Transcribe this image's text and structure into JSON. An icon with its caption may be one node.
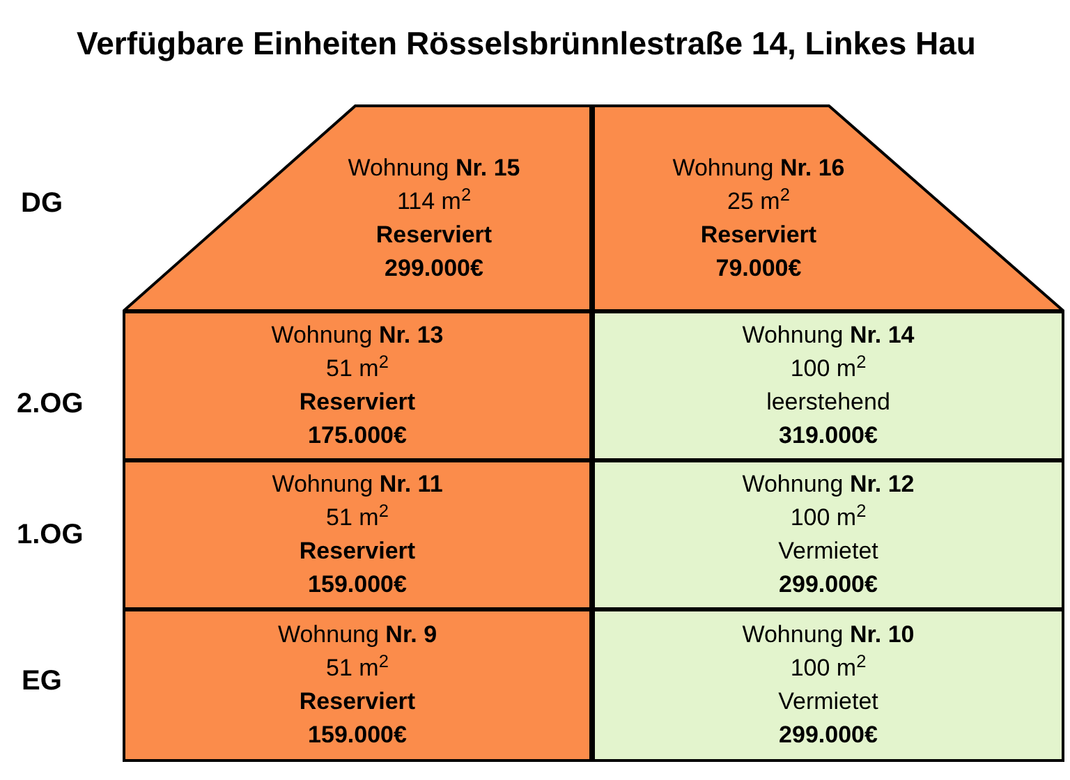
{
  "diagram": {
    "title": "Verfügbare Einheiten Rösselsbrünnlestraße 14, Linkes Hau",
    "nodes": [
      {
        "text": [
          "Wohnung **Nr. 15**",
          "114 m$^{2}$",
          "Reserviert",
          "299.000€"
        ]
      },
      {
        "text": [
          "Wohnung **Nr. 16**",
          "25 m$^{2}$",
          "Reserviert",
          "79.000€"
        ]
      },
      {
        "text": [
          "Wohnung **Nr. 13**",
          "51 m$^{2}$",
          "Reserviert",
          "175.000€"
        ]
      },
      {
        "text": [
          "Wohnung **Nr. 14**",
          "100 m$^{2}$",
          "leerstehend",
          "319.000€"
        ]
      },
      {
        "text": [
          "Wohnung **Nr. 11**",
          "51 m$^{2}$",
          "Reserviert",
          "159.000€"
        ]
      },
      {
        "text": [
          "Wohnung **Nr. 12**",
          "100 m$^{2}$",
          "Vermietet",
          "299.000€"
        ]
      },
      {
        "text": [
          "Wohnung **Nr. 9**",
          "51 m$^{2}$",
          "Reserviert",
          "159.000€"
        ]
      },
      {
        "text": [
          "Wohnung **Nr. 10**",
          "100 m$^{2}$",
          "Vermietet",
          "299.000€"
        ]
      }
    ],
    "labels": [
      "DG",
      "2.OG",
      "1.OG",
      "EG"
    ]
  }
}
